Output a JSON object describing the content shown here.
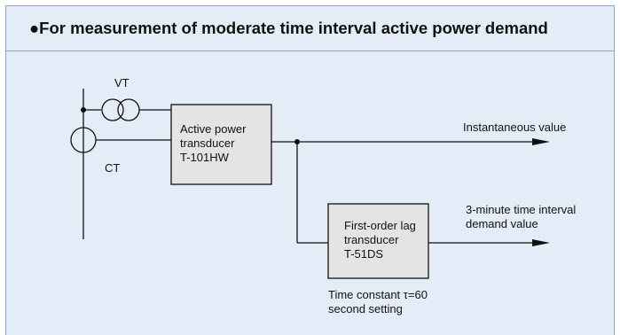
{
  "header": {
    "title": "●For measurement of moderate time interval active power demand"
  },
  "diagram": {
    "vt_label": "VT",
    "ct_label": "CT",
    "transducer1": {
      "line1": "Active power",
      "line2": "transducer",
      "line3": "T-101HW"
    },
    "transducer2": {
      "line1": "First-order lag",
      "line2": "transducer",
      "line3": "T-51DS"
    },
    "output1_label": "Instantaneous value",
    "output2_label_line1": "3-minute time interval",
    "output2_label_line2": "demand value",
    "time_constant_line1": "Time constant τ=60",
    "time_constant_line2": "second setting"
  }
}
